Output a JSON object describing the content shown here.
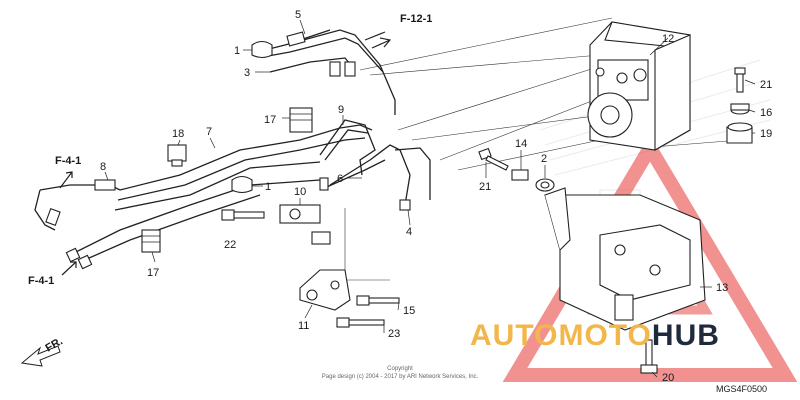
{
  "refs": {
    "f12": "F-12-1",
    "f4_top": "F-4-1",
    "f4_bottom": "F-4-1",
    "fr": "FR."
  },
  "callouts": [
    "1",
    "5",
    "3",
    "17",
    "9",
    "18",
    "7",
    "8",
    "1",
    "10",
    "22",
    "17",
    "6",
    "4",
    "14",
    "2",
    "21",
    "12",
    "21",
    "16",
    "19",
    "13",
    "11",
    "15",
    "23",
    "20"
  ],
  "watermark": {
    "part1": "AUTOMOTO",
    "part2": "HUB",
    "color1": "#f2b64a",
    "color2": "#1f2a3c",
    "triangle_color": "#e53935"
  },
  "copyright": {
    "line1": "Copyright",
    "line2": "Page design (c) 2004 - 2017 by ARI Network Services, Inc."
  },
  "diagram_code": "MGS4F0500"
}
